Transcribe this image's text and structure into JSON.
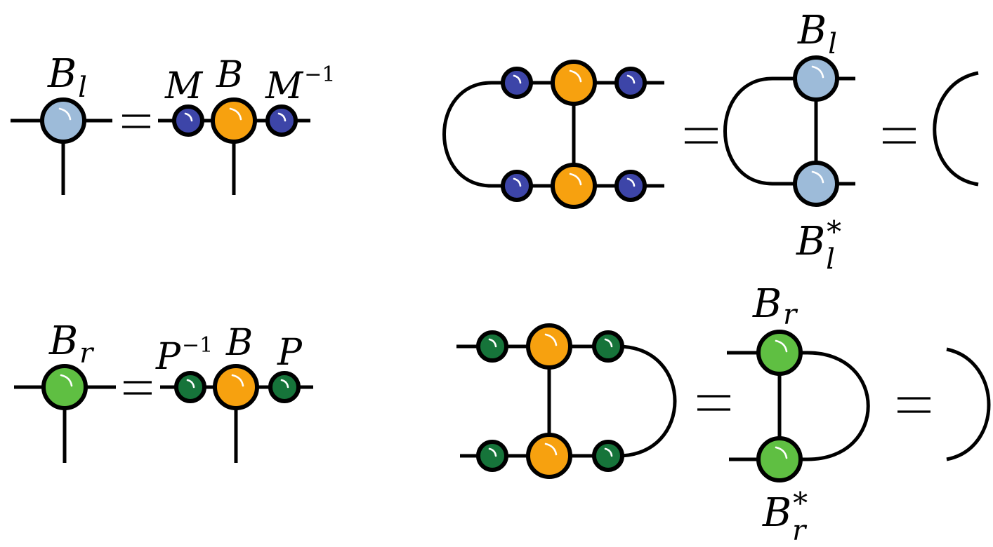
{
  "colors": {
    "light_blue": "#9dbbd9",
    "orange": "#f7a10f",
    "blue": "#3d45a8",
    "light_green": "#5fbf42",
    "dark_green": "#16743a"
  },
  "left_top": {
    "lhs_base": "B",
    "lhs_sub": "l",
    "m_label": "M",
    "b_label": "B",
    "minv_base": "M",
    "minv_sup": "−1"
  },
  "left_bottom": {
    "lhs_base": "B",
    "lhs_sub": "r",
    "pinv_base": "P",
    "pinv_sup": "−1",
    "b_label": "B",
    "p_label": "P"
  },
  "right_top": {
    "top_base": "B",
    "top_sub": "l",
    "bottom_base": "B",
    "bottom_sup": "*",
    "bottom_sub": "l"
  },
  "right_bottom": {
    "top_base": "B",
    "top_sub": "r",
    "bottom_base": "B",
    "bottom_sup": "*",
    "bottom_sub": "r"
  }
}
